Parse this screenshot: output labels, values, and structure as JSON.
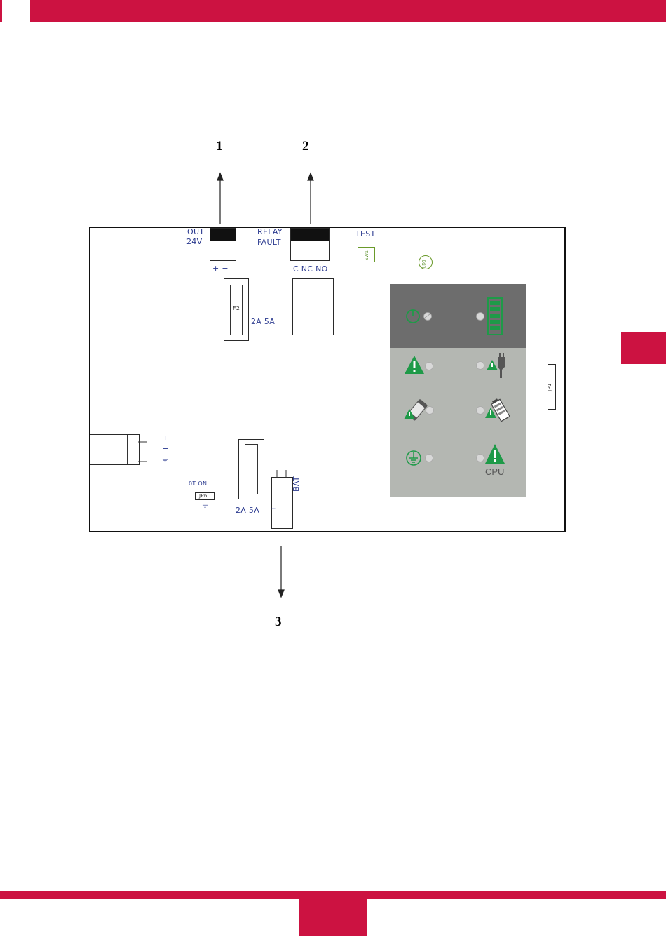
{
  "page": {
    "accent_color": "#cc1241"
  },
  "callouts": {
    "one": "1",
    "two": "2",
    "three": "3"
  },
  "board": {
    "out_label_1": "OUT",
    "out_label_2": "24V",
    "out_polarity": "+ −",
    "relay_label_1": "RELAY",
    "relay_label_2": "FAULT",
    "relay_pins": "C NC NO",
    "test_label": "TEST",
    "sw_label": "SW1",
    "led_label": "LD1",
    "fuse1_rating": "2A 5A",
    "fuse2_rating": "2A 5A",
    "fuse1_code": "F2",
    "jp_label": "JP1",
    "bat_label": "BAT",
    "bat_minus": "−",
    "dc_plus": "+",
    "dc_minus": "−",
    "dc_ground": "⏚",
    "jp6_label": "JP6",
    "jp6_options": "0T  ON",
    "jp6_ground": "⏚"
  },
  "panel": {
    "cpu_label": "CPU",
    "icons": [
      "power-led-icon",
      "battery-level-icon",
      "general-fault-icon",
      "mains-fault-icon",
      "fuse-fault-icon",
      "battery-fault-icon",
      "earth-fault-icon",
      "cpu-fault-icon"
    ],
    "colors": {
      "top": "#6d6d6d",
      "bottom": "#b4b7b2",
      "green": "#1e9a48"
    }
  }
}
